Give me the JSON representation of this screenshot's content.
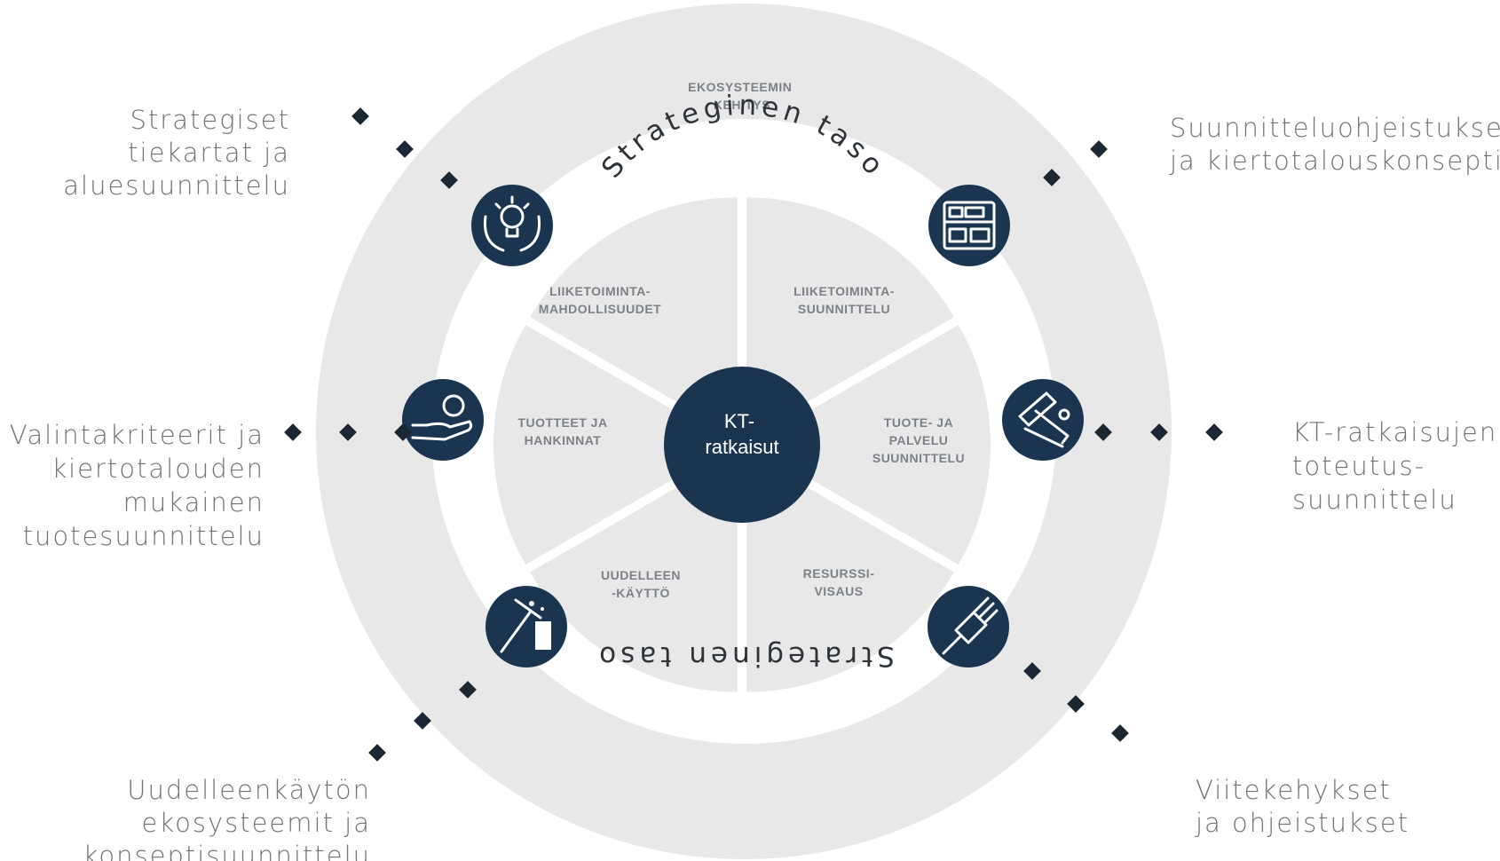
{
  "colors": {
    "navy": "#1b3550",
    "outer_ring": "#e8e8e9",
    "segment": "#e8e8e9",
    "label": "#6f7478",
    "dots": "#1b2733"
  },
  "diagram": {
    "top_ring_label": [
      "EKOSYSTEEMIN",
      "KEHITYS"
    ],
    "ring_text_top": "Strateginen taso",
    "ring_text_bottom": "Strateginen taso",
    "center": [
      "KT-",
      "ratkaisut"
    ],
    "segments": [
      {
        "id": "top-left",
        "lines": [
          "LIIKETOIMINTA-",
          "MAHDOLLISUUDET"
        ]
      },
      {
        "id": "top-right",
        "lines": [
          "LIIKETOIMINTA-",
          "SUUNNITTELU"
        ]
      },
      {
        "id": "right",
        "lines": [
          "TUOTE- JA",
          "PALVELU",
          "SUUNNITTELU"
        ]
      },
      {
        "id": "bottom-right",
        "lines": [
          "RESURSSI-",
          "VISAUS"
        ]
      },
      {
        "id": "bottom-left",
        "lines": [
          "UUDELLEEN",
          "-KÄYTTÖ"
        ]
      },
      {
        "id": "left",
        "lines": [
          "TUOTTEET JA",
          "HANKINNAT"
        ]
      }
    ],
    "outer_labels": [
      {
        "id": "top-left",
        "lines": [
          "Strategiset",
          "tiekartat ja",
          "aluesuunnittelu"
        ]
      },
      {
        "id": "top-right",
        "lines": [
          "Suunnitteluohjeistukset",
          "ja kiertotalouskonseptit"
        ]
      },
      {
        "id": "left",
        "lines": [
          "Valintakriteerit ja",
          "kiertotalouden",
          "mukainen",
          "tuotesuunnittelu"
        ]
      },
      {
        "id": "right",
        "lines": [
          "KT-ratkaisujen",
          "toteutus-",
          "suunnittelu"
        ]
      },
      {
        "id": "bottom-left",
        "lines": [
          "Uudelleenkäytön",
          "ekosysteemit ja",
          "konseptisuunnittelu"
        ]
      },
      {
        "id": "bottom-right",
        "lines": [
          "Viitekehykset",
          "ja ohjeistukset"
        ]
      }
    ],
    "icons": [
      {
        "id": "top-left",
        "name": "lightbulb-hands-icon"
      },
      {
        "id": "top-right",
        "name": "blueprint-plan-icon"
      },
      {
        "id": "left",
        "name": "hand-coin-icon"
      },
      {
        "id": "right",
        "name": "design-tools-icon"
      },
      {
        "id": "bottom-left",
        "name": "demolition-hammer-icon"
      },
      {
        "id": "bottom-right",
        "name": "paint-brush-icon"
      }
    ]
  }
}
